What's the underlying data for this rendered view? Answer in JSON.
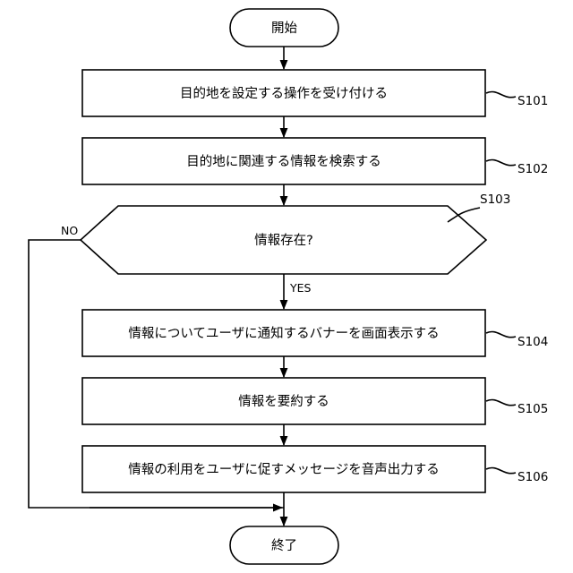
{
  "flowchart": {
    "start": "開始",
    "end": "終了",
    "steps": [
      {
        "id": "S101",
        "text": "目的地を設定する操作を受け付ける"
      },
      {
        "id": "S102",
        "text": "目的地に関連する情報を検索する"
      },
      {
        "id": "S103",
        "text": "情報存在?"
      },
      {
        "id": "S104",
        "text": "情報についてユーザに通知するバナーを画面表示する"
      },
      {
        "id": "S105",
        "text": "情報を要約する"
      },
      {
        "id": "S106",
        "text": "情報の利用をユーザに促すメッセージを音声出力する"
      }
    ],
    "branch": {
      "yes": "YES",
      "no": "NO"
    }
  }
}
